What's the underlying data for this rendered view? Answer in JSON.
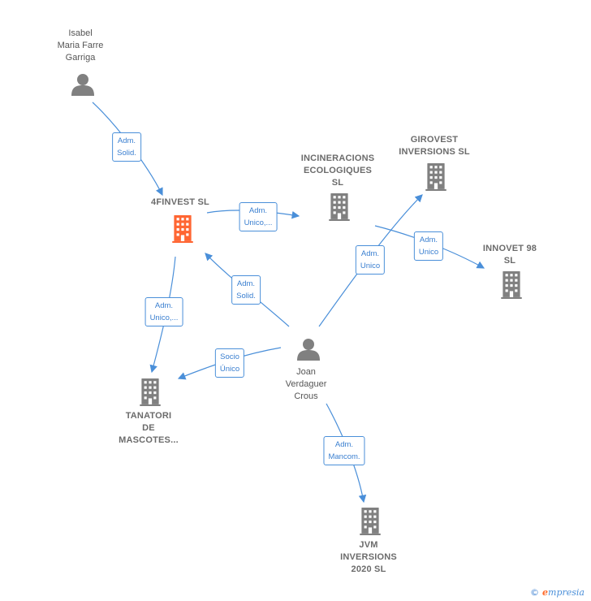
{
  "nodes": {
    "isabel": {
      "lines": [
        "Isabel",
        "Maria Farre",
        "Garriga"
      ],
      "kind": "person"
    },
    "finvest": {
      "lines": [
        "4FINVEST  SL"
      ],
      "kind": "company-focus",
      "color": "#ff6633"
    },
    "incineracions": {
      "lines": [
        "INCINERACIONS",
        "ECOLOGIQUES",
        "SL"
      ],
      "kind": "company"
    },
    "girovest": {
      "lines": [
        "GIROVEST",
        "INVERSIONS SL"
      ],
      "kind": "company"
    },
    "innovet": {
      "lines": [
        "INNOVET 98",
        "SL"
      ],
      "kind": "company"
    },
    "joan": {
      "lines": [
        "Joan",
        "Verdaguer",
        "Crous"
      ],
      "kind": "person"
    },
    "tanatori": {
      "lines": [
        "TANATORI",
        "DE",
        "MASCOTES..."
      ],
      "kind": "company"
    },
    "jvm": {
      "lines": [
        "JVM",
        "INVERSIONS",
        "2020  SL"
      ],
      "kind": "company"
    }
  },
  "edges": [
    {
      "id": "isabel-finvest",
      "lines": [
        "Adm.",
        "Solid."
      ]
    },
    {
      "id": "finvest-incineracions",
      "lines": [
        "Adm.",
        "Unico,..."
      ]
    },
    {
      "id": "incineracions-innovet",
      "lines": [
        "Adm.",
        "Unico"
      ]
    },
    {
      "id": "joan-girovest",
      "lines": [
        "Adm.",
        "Unico"
      ]
    },
    {
      "id": "joan-finvest",
      "lines": [
        "Adm.",
        "Solid."
      ]
    },
    {
      "id": "finvest-tanatori",
      "lines": [
        "Adm.",
        "Unico,..."
      ]
    },
    {
      "id": "joan-tanatori",
      "lines": [
        "Socio",
        "Único"
      ]
    },
    {
      "id": "joan-jvm",
      "lines": [
        "Adm.",
        "Mancom."
      ]
    }
  ],
  "colors": {
    "edge": "#4a8fd9",
    "node": "#808080",
    "focus": "#ff6633"
  },
  "footer": {
    "copyright": "©",
    "brand_initial": "e",
    "brand_rest": "mpresia"
  }
}
